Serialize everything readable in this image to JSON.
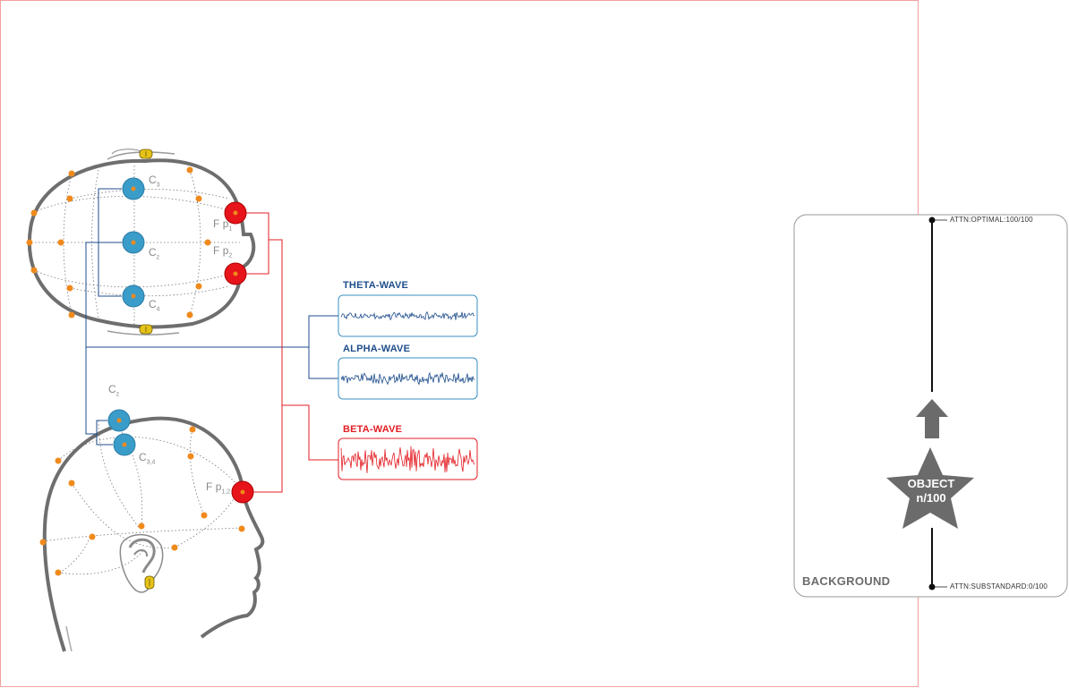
{
  "waves": [
    {
      "name": "THETA-WAVE",
      "color": "#1f4e8c"
    },
    {
      "name": "ALPHA-WAVE",
      "color": "#1f4e8c"
    },
    {
      "name": "BETA-WAVE",
      "color": "#e31e24"
    }
  ],
  "top_view": {
    "c3": {
      "letter": "C",
      "sub": "3"
    },
    "cz": {
      "letter": "C",
      "sub": "z"
    },
    "c4": {
      "letter": "C",
      "sub": "4"
    },
    "fp1": {
      "letter": "F",
      "sub": "p",
      "sub2": "1"
    },
    "fp2": {
      "letter": "F",
      "sub": "p",
      "sub2": "2"
    }
  },
  "side_view": {
    "cz": {
      "letter": "C",
      "sub": "z"
    },
    "c34": {
      "letter": "C",
      "sub": "3,4"
    },
    "fp12": {
      "letter": "F",
      "sub": "p",
      "sub2": "1,2"
    }
  },
  "attention_panel": {
    "top_label": "ATTN:OPTIMAL:100/100",
    "bottom_label": "ATTN:SUBSTANDARD:0/100",
    "object_line1": "OBJECT",
    "object_line2": "n/100",
    "background_label": "BACKGROUND"
  },
  "colors": {
    "blue_electrode": "#3a9cc8",
    "red_electrode": "#e8141b",
    "orange_dot": "#f08a1c",
    "yellow_ref": "#e5c21a",
    "frame_pink": "#f2a0a0"
  }
}
